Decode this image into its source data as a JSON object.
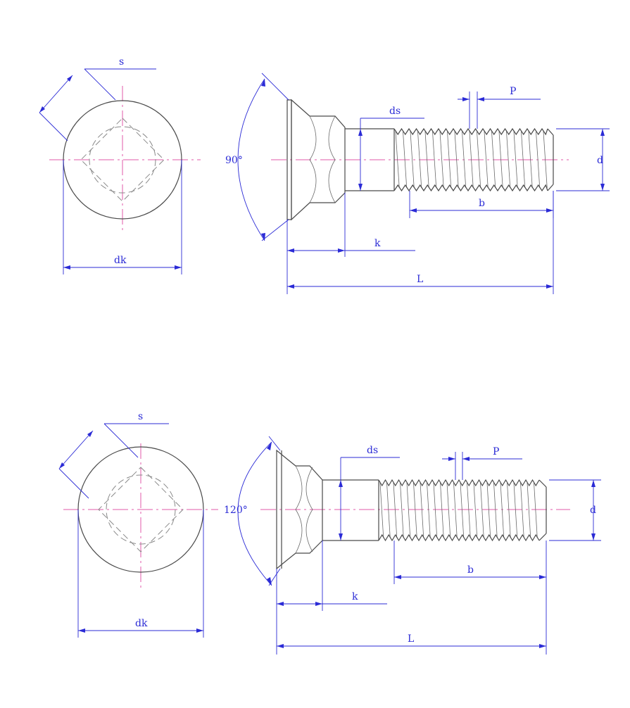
{
  "colors": {
    "outline": "#4a4a4a",
    "dimension": "#2b2bd6",
    "centerline": "#e05aa8"
  },
  "views": [
    {
      "labels": {
        "s": "s",
        "dk": "dk",
        "angle": "90°",
        "ds": "ds",
        "P": "P",
        "d": "d",
        "b": "b",
        "k": "k",
        "L": "L"
      }
    },
    {
      "labels": {
        "s": "s",
        "dk": "dk",
        "angle": "120°",
        "ds": "ds",
        "P": "P",
        "d": "d",
        "b": "b",
        "k": "k",
        "L": "L"
      }
    }
  ]
}
